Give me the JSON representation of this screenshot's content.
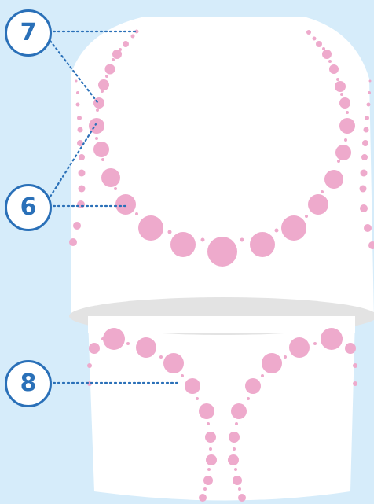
{
  "colors": {
    "background": "#d6ecfa",
    "form": "#ffffff",
    "waist_band": "#e3e3e3",
    "beads": "#eeaacc",
    "callout_border": "#2a70b8",
    "callout_text": "#2a70b8",
    "leader_line": "#2a70b8"
  },
  "callouts": [
    {
      "id": "callout-7",
      "label": "7"
    },
    {
      "id": "callout-6",
      "label": "6"
    },
    {
      "id": "callout-8",
      "label": "8"
    }
  ]
}
